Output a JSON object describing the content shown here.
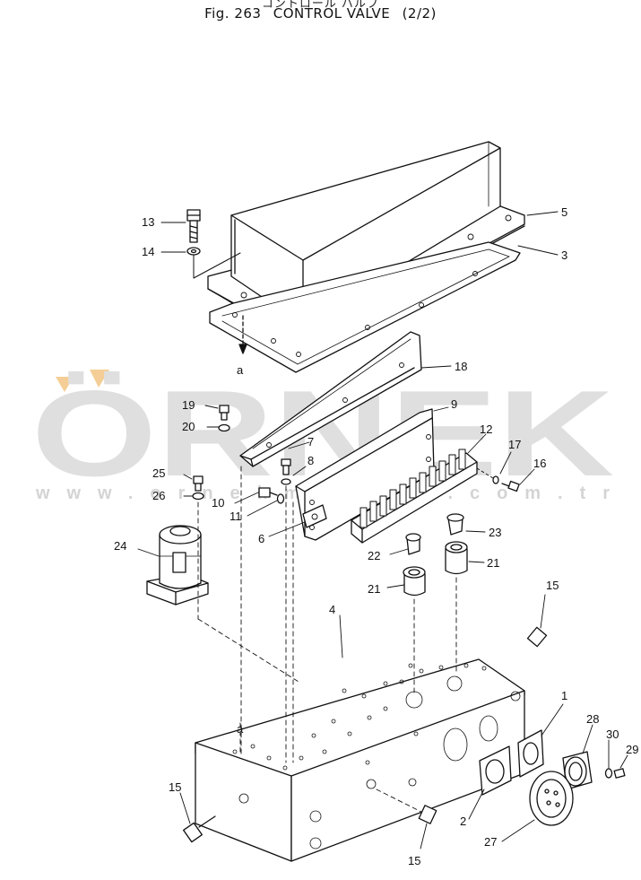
{
  "header": {
    "japanese_title": "コントロール バルブ",
    "figure_number": "Fig. 263",
    "title": "CONTROL VALVE",
    "sheet": "(2/2)"
  },
  "watermark": {
    "brand": "ÖRNEK",
    "url": "www.ornekmakina.com.tr",
    "brand_color": "#dcdcdc",
    "accent_color": "#f3c98b"
  },
  "labels": {
    "p1": "1",
    "p2": "2",
    "p3": "3",
    "p4": "4",
    "p5": "5",
    "p6": "6",
    "p7": "7",
    "p8": "8",
    "p9": "9",
    "p10": "10",
    "p11": "11",
    "p12": "12",
    "p13": "13",
    "p14": "14",
    "p15a": "15",
    "p15b": "15",
    "p15c": "15",
    "p16": "16",
    "p17": "17",
    "p18": "18",
    "p19": "19",
    "p20": "20",
    "p21a": "21",
    "p21b": "21",
    "p22": "22",
    "p23": "23",
    "p24": "24",
    "p25": "25",
    "p26": "26",
    "p27": "27",
    "p28": "28",
    "p29": "29",
    "p30": "30",
    "ref_a_top": "a",
    "ref_a_bottom": "a"
  }
}
